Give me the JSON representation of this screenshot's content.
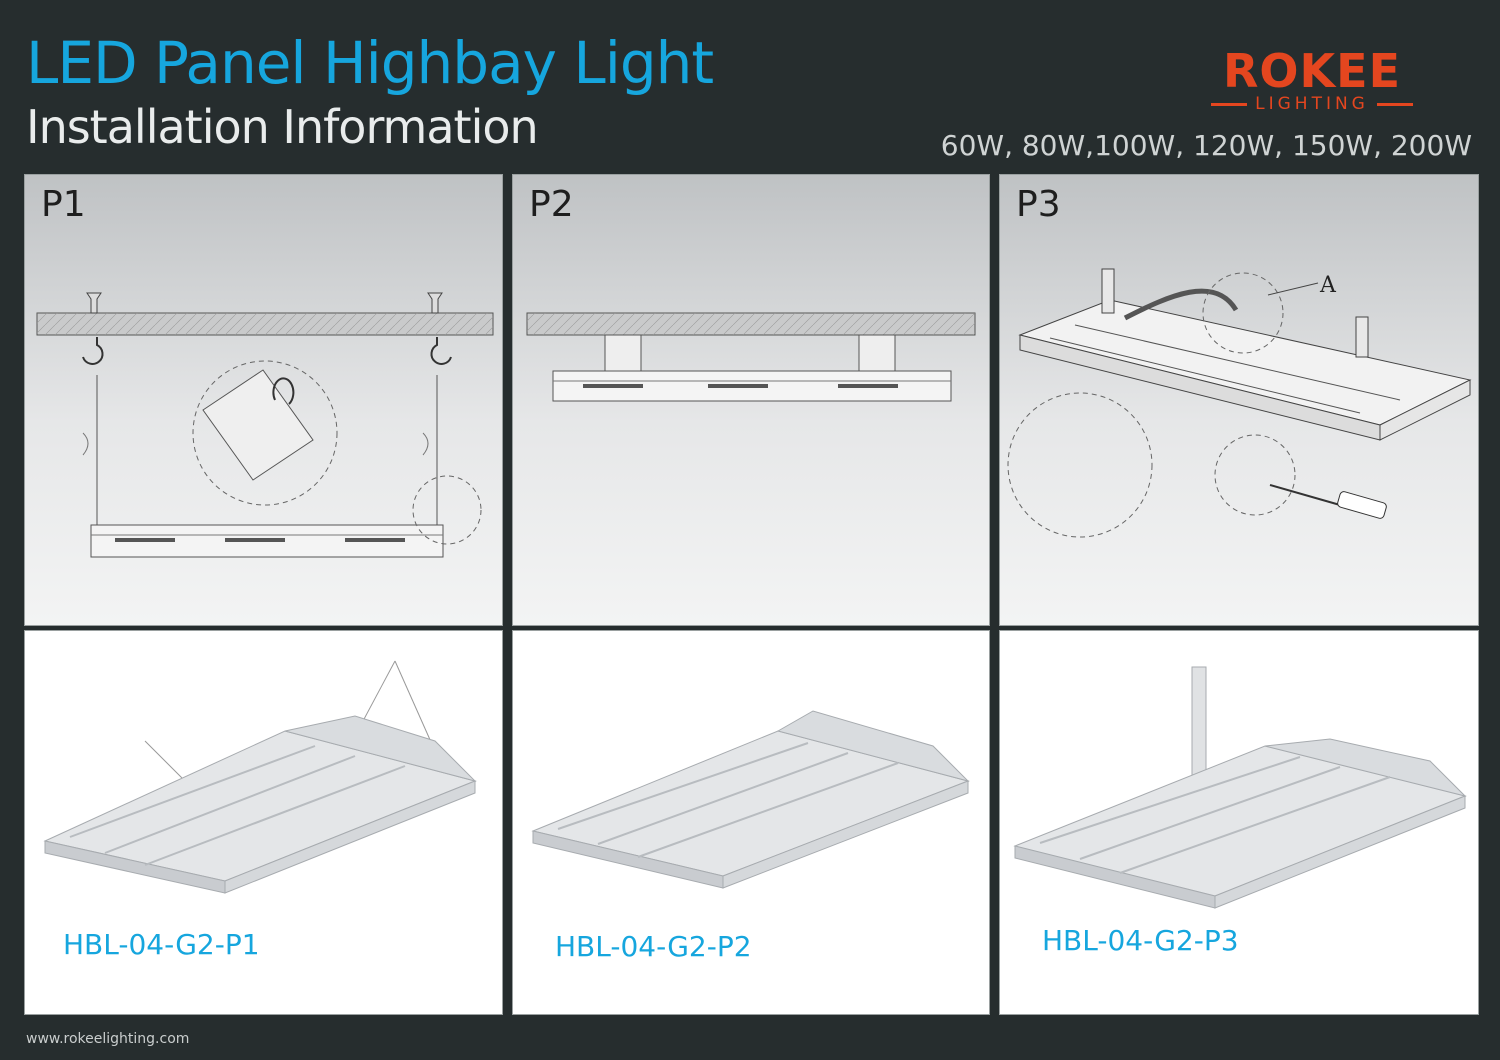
{
  "header": {
    "title": "LED Panel Highbay Light",
    "subtitle": "Installation Information",
    "wattage": "60W, 80W,100W, 120W, 150W, 200W"
  },
  "brand": {
    "name": "ROKEE",
    "tagline": "LIGHTING",
    "color": "#e4461f"
  },
  "accent_color": "#16a6de",
  "diagrams": [
    {
      "label": "P1"
    },
    {
      "label": "P2"
    },
    {
      "label": "P3",
      "callout": "A"
    }
  ],
  "products": [
    {
      "model": "HBL-04-G2-P1"
    },
    {
      "model": "HBL-04-G2-P2"
    },
    {
      "model": "HBL-04-G2-P3"
    }
  ],
  "footer": {
    "url": "www.rokeelighting.com"
  }
}
